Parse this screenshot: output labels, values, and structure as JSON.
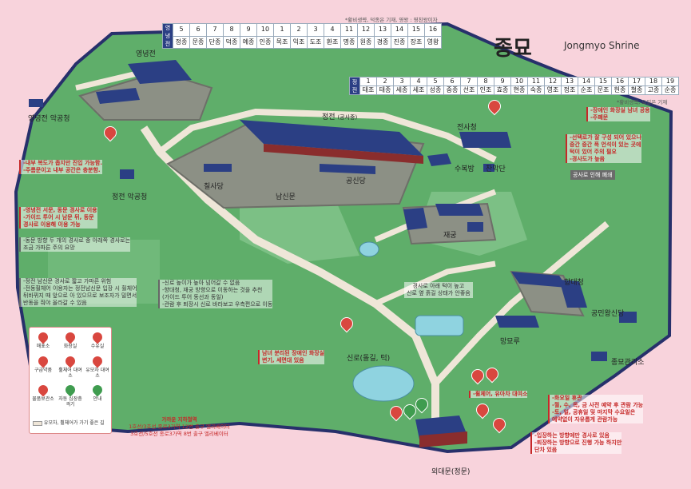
{
  "title": {
    "ko": "종묘",
    "en": "Jongmyo Shrine"
  },
  "yeongnyeongjeon_table": {
    "header": "영녕전",
    "numbers": [
      "5",
      "6",
      "7",
      "8",
      "9",
      "10",
      "1",
      "2",
      "3",
      "4",
      "11",
      "12",
      "13",
      "14",
      "15",
      "16"
    ],
    "names": [
      "정종",
      "문종",
      "단종",
      "덕종",
      "예종",
      "인종",
      "목조",
      "익조",
      "도조",
      "환조",
      "명종",
      "원종",
      "경종",
      "진종",
      "장조",
      "영왕"
    ],
    "note": "*황비생략, 덕종은 기재, 영왕 : 영친왕이자"
  },
  "jeongjeon_table": {
    "header": "정전",
    "numbers": [
      "1",
      "2",
      "3",
      "4",
      "5",
      "6",
      "7",
      "8",
      "9",
      "10",
      "11",
      "12",
      "13",
      "14",
      "15",
      "16",
      "17",
      "18",
      "19"
    ],
    "names": [
      "태조",
      "태종",
      "세종",
      "세조",
      "성종",
      "중종",
      "선조",
      "인조",
      "효종",
      "현종",
      "숙종",
      "영조",
      "정조",
      "순조",
      "문조",
      "헌종",
      "철종",
      "고종",
      "순종"
    ],
    "note": "*황비생략, 요일은 기재"
  },
  "places": {
    "yeongnyeongjeon": "영녕전",
    "yeongnyeongjeon_akgongcheong": "영녕전 악공청",
    "jeongjeon_akgongcheong": "정전 악공청",
    "jeongjeon": "정전",
    "jeongjeon_sub": "(공사중)",
    "gongsindang": "공신당",
    "chilsadang": "칠사당",
    "namsinmun": "남신문",
    "jeonsacheong": "전사청",
    "subokbang": "수복방",
    "chanmakdan": "찬막단",
    "jaegung": "재궁",
    "hyangdaecheong": "향대청",
    "gongminwangsindang": "공민왕신당",
    "mangmyoru": "망묘루",
    "jongmyo_office": "종묘관리소",
    "oedaemun": "외대문(정문)",
    "sinro": "신로(돌길, 턱)"
  },
  "callouts": {
    "disabled_toilet_top": [
      "-장애인 화장실 남녀 공용",
      "-주폐문"
    ],
    "steep_slope": [
      "-선택로가 잘 구성 되어 있으나",
      "중간 중간 폭 언석이 있는 곳에",
      "턱이 있어 주의 필요",
      "-경사도가 높음"
    ],
    "closed_box": "공사로 인해 폐쇄",
    "corridor": [
      "-내부 복도가 좁지만 진입 가능함.",
      "-주름문이고 내부 공간은 충분함."
    ],
    "yeongnyeongjeon_ramp": [
      "-영녕전 서문, 동문 경사로 이용",
      "-가이드 투어 시 남문 뒤, 동문",
      "경사로 이용해 이용 가능"
    ],
    "east_west_ramp": [
      "-동문 방향 두 개의 경사로 중 아래쪽 경사로는",
      "조금 가파른 주의 요망"
    ],
    "jeongjeon_south": [
      "-정전 남신문 경사로 짧고 가파른 위험",
      "-전동휠체어 이용자는 정전남신문 입장 시 휠체어",
      "뒤바뀌지 때 앞으로 아 있으므로 보조자가 밀면서",
      "반동을 줘야 올라갈 수 있음"
    ],
    "sinro_notes": [
      "-신로 높이가 높아 넘어갈 수 없음",
      "-향대청, 재궁 방향으로 이동하는 것을 추천",
      "(가이드 투어 동선과 동일)",
      "-관람 후 퇴장시 신로 바라보고 우측편으로 이동"
    ],
    "slope_info": [
      "경사로 아래 턱이 높고",
      "신로 옆 흙길 상태가 안좋음"
    ],
    "separate_toilet": [
      "남녀 분리된 장애인 화장실",
      "변기, 세면대 있음"
    ],
    "wheelchair_stroller": "-휠체어, 유아차 대여소",
    "ticket_office": [
      "-화요일 휴관",
      "-월, 수, 목, 금 사전 예약 후 관람 가능",
      "-토, 일, 공휴일 및 마지막 수요일은",
      "예약없이 자유롭게 관람가능"
    ],
    "entrance_exit": [
      "-입장하는 방향에만 경사로 있음",
      "-퇴장하는 방향으로 진행 가능 하지만",
      "단차 있음"
    ]
  },
  "subway": {
    "heading": "가까운 지하철역",
    "lines": [
      "1호선/3호선 종로3가역 12번 출구 엘리베이터",
      "3호선/5호선 종로3가역 8번 출구 엘리베이터"
    ]
  },
  "legend": {
    "items": [
      "매표소",
      "화장실",
      "수유실",
      "구급약품",
      "휠체어 대여소",
      "유모차 대여소",
      "물품보관소",
      "자동 심장충격기",
      "안내"
    ],
    "route_label": "유모차, 휠체어가 가기 좋은 길"
  },
  "colors": {
    "background": "#f8d3dc",
    "grass": "#5fae6a",
    "roof": "#2b3f84",
    "accent": "#d9473f",
    "path": "#efe6d8"
  }
}
